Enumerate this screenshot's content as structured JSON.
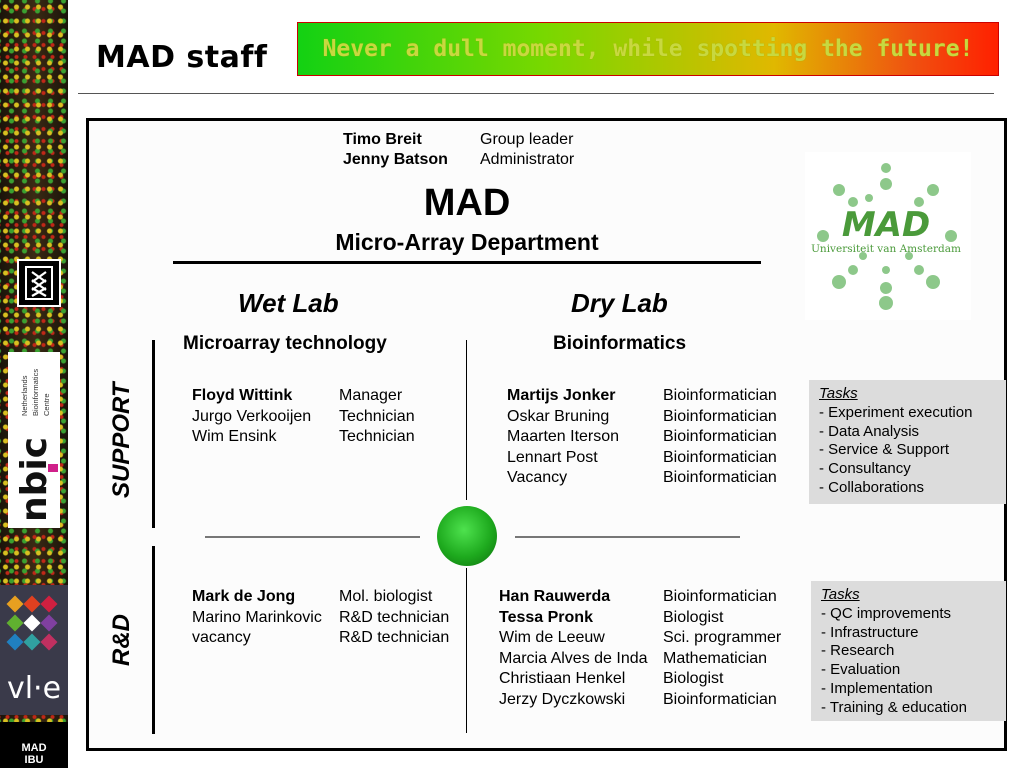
{
  "header": {
    "page_title": "MAD staff",
    "banner": "Never a dull moment, while spotting the future!"
  },
  "sidebar": {
    "nbic_text": [
      "Netherlands",
      "Bioinformatics",
      "Centre"
    ],
    "nbic_logo": "nbic",
    "vle_logo": "vl·e",
    "mad_small": [
      "MAD",
      "IBU"
    ]
  },
  "leaders": [
    {
      "name": "Timo Breit",
      "role": "Group leader"
    },
    {
      "name": "Jenny Batson",
      "role": "Administrator"
    }
  ],
  "department": {
    "acronym": "MAD",
    "full_name": "Micro-Array Department"
  },
  "logo": {
    "text": "MAD",
    "subtext": "Universiteit van Amsterdam",
    "color": "#4a9a3a"
  },
  "labs": {
    "wet": {
      "title": "Wet Lab",
      "subtitle": "Microarray technology"
    },
    "dry": {
      "title": "Dry Lab",
      "subtitle": "Bioinformatics"
    }
  },
  "rows": {
    "support": "SUPPORT",
    "rd": "R&D"
  },
  "wet_support": [
    {
      "name": "Floyd Wittink",
      "role": "Manager",
      "bold": true
    },
    {
      "name": "Jurgo Verkooijen",
      "role": "Technician",
      "bold": false
    },
    {
      "name": "Wim Ensink",
      "role": "Technician",
      "bold": false
    }
  ],
  "dry_support": [
    {
      "name": "Martijs Jonker",
      "role": "Bioinformatician",
      "bold": true
    },
    {
      "name": "Oskar Bruning",
      "role": "Bioinformatician",
      "bold": false
    },
    {
      "name": "Maarten Iterson",
      "role": "Bioinformatician",
      "bold": false
    },
    {
      "name": "Lennart Post",
      "role": "Bioinformatician",
      "bold": false
    },
    {
      "name": "Vacancy",
      "role": "Bioinformatician",
      "bold": false
    }
  ],
  "wet_rd": [
    {
      "name": "Mark de Jong",
      "role": "Mol. biologist",
      "bold": true
    },
    {
      "name": "Marino Marinkovic",
      "role": "R&D technician",
      "bold": false
    },
    {
      "name": "vacancy",
      "role": "R&D technician",
      "bold": false
    }
  ],
  "dry_rd": [
    {
      "name": "Han Rauwerda",
      "role": "Bioinformatician",
      "bold": true
    },
    {
      "name": "Tessa Pronk",
      "role": "Biologist",
      "bold": true
    },
    {
      "name": "Wim de Leeuw",
      "role": "Sci. programmer",
      "bold": false
    },
    {
      "name": "Marcia Alves de Inda",
      "role": "Mathematician",
      "bold": false
    },
    {
      "name": "Christiaan Henkel",
      "role": "Biologist",
      "bold": false
    },
    {
      "name": "Jerzy Dyczkowski",
      "role": "Bioinformatician",
      "bold": false
    }
  ],
  "tasks_support": {
    "heading": "Tasks",
    "items": [
      "- Experiment execution",
      "- Data Analysis",
      "- Service & Support",
      "- Consultancy",
      "- Collaborations"
    ]
  },
  "tasks_rd": {
    "heading": "Tasks",
    "items": [
      "- QC improvements",
      "- Infrastructure",
      "- Research",
      "- Evaluation",
      "- Implementation",
      "- Training & education"
    ]
  }
}
